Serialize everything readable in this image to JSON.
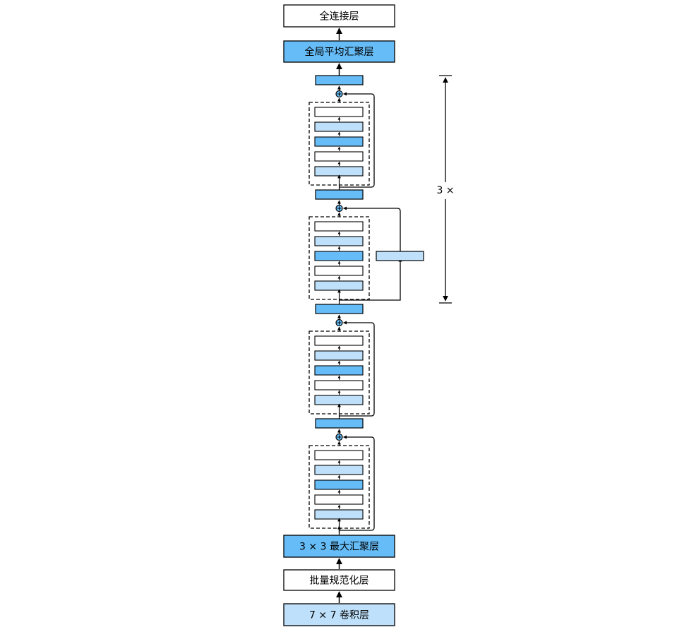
{
  "colors": {
    "dark_blue": "#66bcf7",
    "light_blue": "#bfe0fa",
    "white": "#ffffff",
    "stroke": "#000000"
  },
  "layers": {
    "fc": "全连接层",
    "global_avg_pool": "全局平均汇聚层",
    "max_pool": "3 × 3 最大汇聚层",
    "batch_norm": "批量规范化层",
    "conv": "7 × 7 卷积层"
  },
  "repeat_label": "3 ×",
  "inner_layer_pattern": [
    "white",
    "light_blue",
    "dark_blue",
    "white",
    "light_blue"
  ],
  "residual_blocks": [
    {
      "type": "identity"
    },
    {
      "type": "projection"
    },
    {
      "type": "identity"
    },
    {
      "type": "identity"
    }
  ],
  "icons": {
    "add_node": "plus-circle-icon",
    "arrow": "arrow-up-icon"
  }
}
